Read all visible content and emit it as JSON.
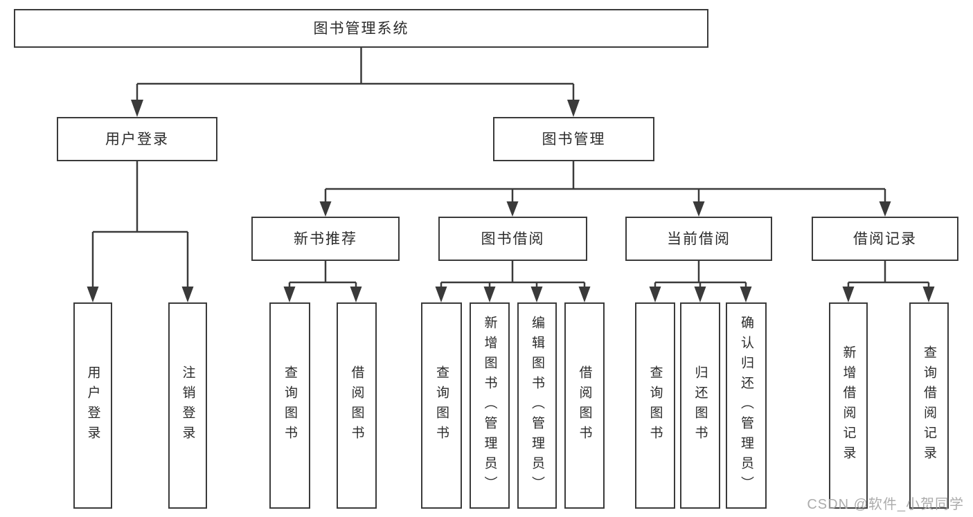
{
  "tree": {
    "root_label": "图书管理系统",
    "login_branch": {
      "label": "用户登录",
      "leaves": [
        "用户登录",
        "注销登录"
      ]
    },
    "mgmt_branch": {
      "label": "图书管理",
      "sections": [
        {
          "label": "新书推荐",
          "leaves": [
            "查询图书",
            "借阅图书"
          ]
        },
        {
          "label": "图书借阅",
          "leaves": [
            "查询图书",
            "新增图书（管理员）",
            "编辑图书（管理员）",
            "借阅图书"
          ]
        },
        {
          "label": "当前借阅",
          "leaves": [
            "查询图书",
            "归还图书",
            "确认归还（管理员）"
          ]
        },
        {
          "label": "借阅记录",
          "leaves": [
            "新增借阅记录",
            "查询借阅记录"
          ]
        }
      ]
    }
  },
  "watermark": "CSDN @软件_小贺同学",
  "colors": {
    "line": "#3a3a3a",
    "text": "#2b2b2b",
    "watermark_text": "#a8a8a8",
    "background": "#ffffff"
  }
}
